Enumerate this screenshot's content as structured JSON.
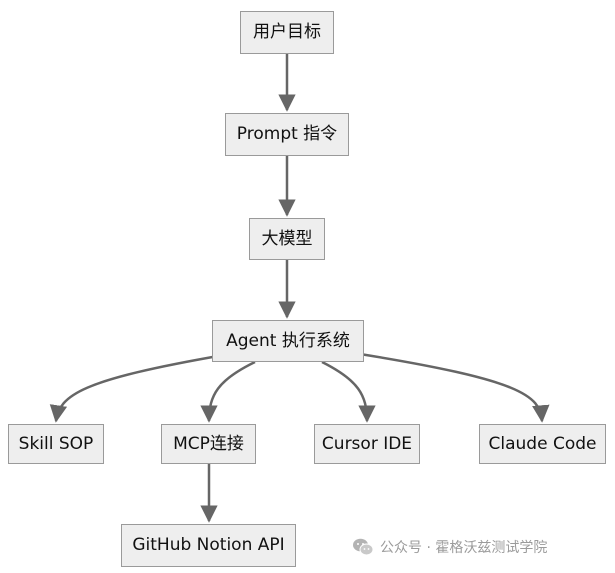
{
  "diagram": {
    "nodes": {
      "user_goal": "用户目标",
      "prompt": "Prompt 指令",
      "llm": "大模型",
      "agent": "Agent 执行系统",
      "skill_sop": "Skill SOP",
      "mcp": "MCP连接",
      "cursor": "Cursor IDE",
      "claude_code": "Claude Code",
      "github_notion": "GitHub Notion API"
    },
    "edges": [
      [
        "user_goal",
        "prompt"
      ],
      [
        "prompt",
        "llm"
      ],
      [
        "llm",
        "agent"
      ],
      [
        "agent",
        "skill_sop"
      ],
      [
        "agent",
        "mcp"
      ],
      [
        "agent",
        "cursor"
      ],
      [
        "agent",
        "claude_code"
      ],
      [
        "mcp",
        "github_notion"
      ]
    ],
    "colors": {
      "node_fill": "#eeeeee",
      "node_border": "#9a9a9a",
      "edge": "#666666"
    }
  },
  "watermark": {
    "icon": "wechat-icon",
    "text": "公众号 · 霍格沃兹测试学院"
  }
}
